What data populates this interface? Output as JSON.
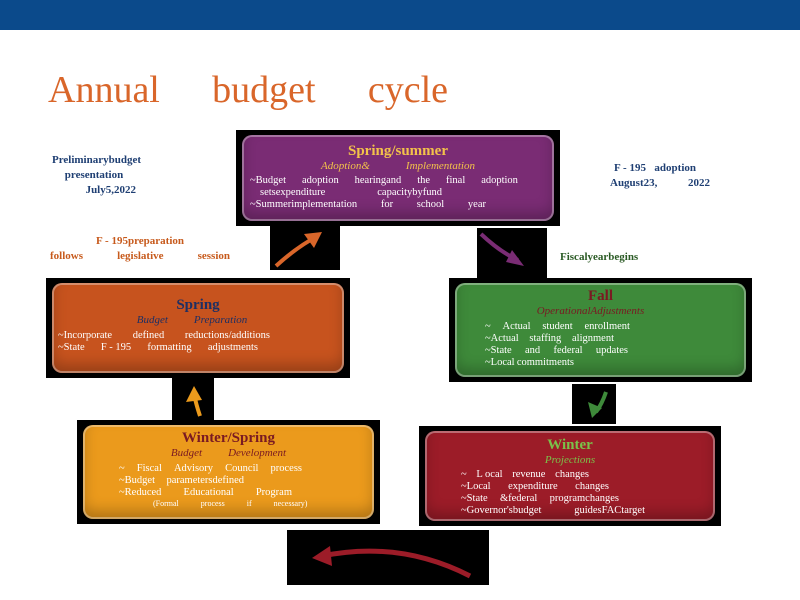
{
  "title": [
    "Annual",
    "budget",
    "cycle"
  ],
  "notes": {
    "preliminary": [
      "Preliminarybudget",
      "presentation",
      "July5,2022"
    ],
    "adoption": {
      "l1": [
        "F - 195",
        "adoption"
      ],
      "l2": [
        "August23,",
        "2022"
      ]
    },
    "preparation": {
      "l1": "F - 195preparation",
      "l2": [
        "follows",
        "legislative",
        "session"
      ]
    },
    "fiscal": "Fiscalyearbegins"
  },
  "boxes": {
    "spring_summer": {
      "heading": "Spring/summer",
      "sub": [
        "Adoption&",
        "Implementation"
      ],
      "lines": [
        [
          "~Budget",
          "adoption",
          "hearingand",
          "the",
          "final",
          "adoption"
        ],
        [
          "setsexpenditure",
          "capacitybyfund"
        ],
        [
          "~Summerimplementation",
          "for",
          "school",
          "year"
        ]
      ],
      "color": "#7a2c74"
    },
    "fall": {
      "heading": "Fall",
      "sub": [
        "OperationalAdjustments"
      ],
      "lines": [
        [
          "~",
          "Actual",
          "student",
          "enrollment"
        ],
        [
          "~Actual",
          "staffing",
          "alignment"
        ],
        [
          "~State",
          "and",
          "federal",
          "updates"
        ],
        [
          "~Local",
          "commitments"
        ]
      ],
      "color": "#3e8a3a"
    },
    "winter": {
      "heading": "Winter",
      "sub": [
        "Projections"
      ],
      "lines": [
        [
          "~",
          "L ocal",
          "revenue",
          "changes"
        ],
        [
          "~Local",
          "expenditure",
          "changes"
        ],
        [
          "~State",
          "&federal",
          "programchanges"
        ],
        [
          "~Governor'sbudget",
          "guidesFACtarget"
        ]
      ],
      "color": "#9c1c28"
    },
    "winter_spring": {
      "heading": "Winter/Spring",
      "sub": [
        "Budget",
        "Development"
      ],
      "lines": [
        [
          "~",
          "Fiscal",
          "Advisory",
          "Council",
          "process"
        ],
        [
          "~Budget",
          "parametersdefined"
        ],
        [
          "~Reduced",
          "Educational",
          "Program"
        ]
      ],
      "small": [
        "(Formal",
        "process",
        "if",
        "necessary)"
      ],
      "color": "#eb9a1c"
    },
    "spring": {
      "heading": "Spring",
      "sub": [
        "Budget",
        "Preparation"
      ],
      "lines": [
        [
          "~Incorporate",
          "defined",
          "reductions/additions"
        ],
        [
          "~State",
          "F - 195",
          "formatting",
          "adjustments"
        ]
      ],
      "color": "#c7531e"
    }
  },
  "colors": {
    "topbar": "#0b4a8b",
    "title": "#d9662a",
    "arrow_orange": "#d9662a",
    "arrow_purple": "#7a2c74",
    "arrow_green": "#3e8a3a",
    "arrow_red": "#9c1c28",
    "arrow_yellow": "#eb9a1c"
  }
}
